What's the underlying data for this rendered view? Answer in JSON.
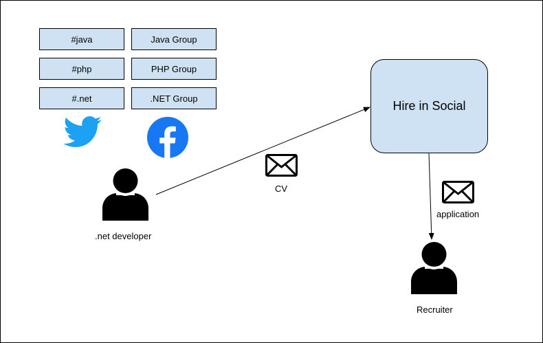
{
  "tags": {
    "hashtags": [
      "#java",
      "#php",
      "#.net"
    ],
    "groups": [
      "Java Group",
      "PHP Group",
      ".NET Group"
    ]
  },
  "nodes": {
    "hire_in_social": "Hire in Social",
    "developer": ".net developer",
    "recruiter": "Recruiter"
  },
  "messages": {
    "cv": "CV",
    "application": "application"
  },
  "icons": {
    "twitter": "twitter-bird-icon",
    "facebook": "facebook-icon",
    "person": "person-icon",
    "envelope": "envelope-icon"
  },
  "colors": {
    "box_fill": "#cfe2f3",
    "twitter": "#1da1f2",
    "facebook": "#1877f2"
  }
}
